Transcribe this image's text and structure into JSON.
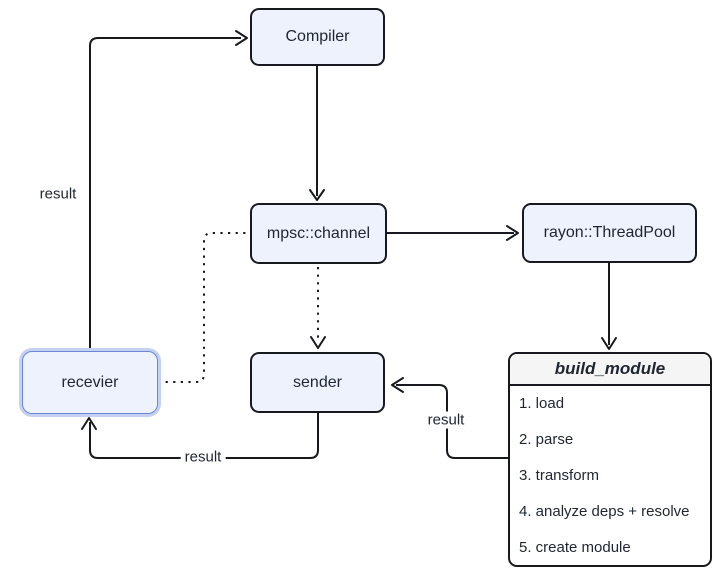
{
  "diagram": {
    "background": "#ffffff",
    "nodes": {
      "compiler": {
        "label": "Compiler"
      },
      "mpsc_channel": {
        "label": "mpsc::channel"
      },
      "rayon_threadpool": {
        "label": "rayon::ThreadPool"
      },
      "sender": {
        "label": "sender"
      },
      "recevier": {
        "label": "recevier",
        "selected": true
      },
      "build_module": {
        "title": "build_module",
        "steps": [
          "1. load",
          "2. parse",
          "3. transform",
          "4. analyze deps + resolve",
          "5. create module"
        ]
      }
    },
    "edges": [
      {
        "from": "recevier",
        "to": "compiler",
        "style": "solid",
        "label": "result"
      },
      {
        "from": "compiler",
        "to": "mpsc_channel",
        "style": "solid",
        "label": ""
      },
      {
        "from": "mpsc_channel",
        "to": "rayon_threadpool",
        "style": "solid",
        "label": ""
      },
      {
        "from": "rayon_threadpool",
        "to": "build_module",
        "style": "solid",
        "label": ""
      },
      {
        "from": "build_module",
        "to": "sender",
        "style": "solid",
        "label": "result"
      },
      {
        "from": "sender",
        "to": "recevier",
        "style": "solid",
        "label": "result"
      },
      {
        "from": "mpsc_channel",
        "to": "sender",
        "style": "dotted",
        "label": ""
      },
      {
        "from": "recevier",
        "to": "mpsc_channel",
        "style": "dotted",
        "label": ""
      }
    ],
    "colors": {
      "node_fill": "#edf2fc",
      "node_border": "#17191f",
      "selected_border": "#6c86d4",
      "selected_halo": "#c5d1f2",
      "module_header_fill": "#f5f5f6",
      "module_body_fill": "#ffffff",
      "line": "#17191f",
      "text": "#1f2630"
    }
  }
}
